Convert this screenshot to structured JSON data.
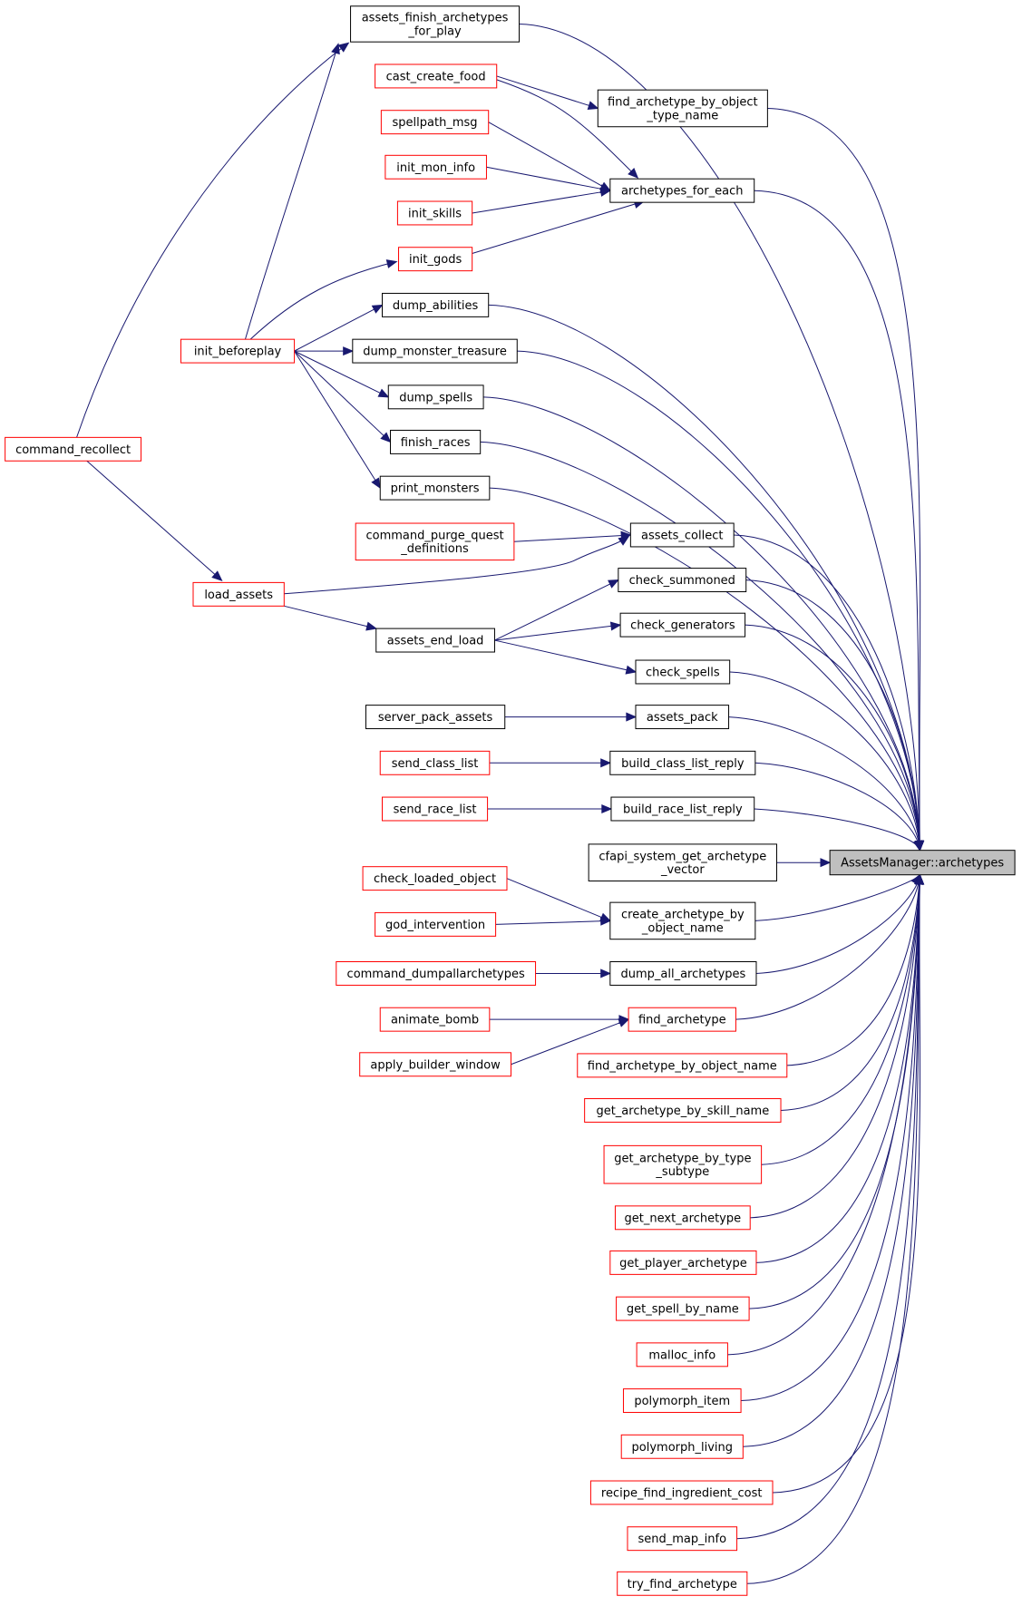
{
  "colors": {
    "edge": "#191970",
    "black_border": "#000000",
    "red_border": "#ff0000",
    "root_fill": "#bfbfbf",
    "background": "#ffffff"
  },
  "nodes": [
    {
      "id": "root",
      "lines": [
        "AssetsManager::archetypes"
      ],
      "kind": "root"
    },
    {
      "id": "afap",
      "lines": [
        "assets_finish_archetypes",
        "_for_play"
      ],
      "kind": "black"
    },
    {
      "id": "ccf",
      "lines": [
        "cast_create_food"
      ],
      "kind": "red"
    },
    {
      "id": "fabotn",
      "lines": [
        "find_archetype_by_object",
        "_type_name"
      ],
      "kind": "black"
    },
    {
      "id": "spm",
      "lines": [
        "spellpath_msg"
      ],
      "kind": "red"
    },
    {
      "id": "imi",
      "lines": [
        "init_mon_info"
      ],
      "kind": "red"
    },
    {
      "id": "afe",
      "lines": [
        "archetypes_for_each"
      ],
      "kind": "black"
    },
    {
      "id": "isk",
      "lines": [
        "init_skills"
      ],
      "kind": "red"
    },
    {
      "id": "igo",
      "lines": [
        "init_gods"
      ],
      "kind": "red"
    },
    {
      "id": "dab",
      "lines": [
        "dump_abilities"
      ],
      "kind": "black"
    },
    {
      "id": "ibp",
      "lines": [
        "init_beforeplay"
      ],
      "kind": "red"
    },
    {
      "id": "dmt",
      "lines": [
        "dump_monster_treasure"
      ],
      "kind": "black"
    },
    {
      "id": "dsp",
      "lines": [
        "dump_spells"
      ],
      "kind": "black"
    },
    {
      "id": "crc",
      "lines": [
        "command_recollect"
      ],
      "kind": "red"
    },
    {
      "id": "fra",
      "lines": [
        "finish_races"
      ],
      "kind": "black"
    },
    {
      "id": "pmo",
      "lines": [
        "print_monsters"
      ],
      "kind": "black"
    },
    {
      "id": "cpqd",
      "lines": [
        "command_purge_quest",
        "_definitions"
      ],
      "kind": "red"
    },
    {
      "id": "aco",
      "lines": [
        "assets_collect"
      ],
      "kind": "black"
    },
    {
      "id": "csu",
      "lines": [
        "check_summoned"
      ],
      "kind": "black"
    },
    {
      "id": "las",
      "lines": [
        "load_assets"
      ],
      "kind": "red"
    },
    {
      "id": "cge",
      "lines": [
        "check_generators"
      ],
      "kind": "black"
    },
    {
      "id": "ael",
      "lines": [
        "assets_end_load"
      ],
      "kind": "black"
    },
    {
      "id": "csp",
      "lines": [
        "check_spells"
      ],
      "kind": "black"
    },
    {
      "id": "spa",
      "lines": [
        "server_pack_assets"
      ],
      "kind": "black"
    },
    {
      "id": "apa",
      "lines": [
        "assets_pack"
      ],
      "kind": "black"
    },
    {
      "id": "scl",
      "lines": [
        "send_class_list"
      ],
      "kind": "red"
    },
    {
      "id": "bclr",
      "lines": [
        "build_class_list_reply"
      ],
      "kind": "black"
    },
    {
      "id": "srl",
      "lines": [
        "send_race_list"
      ],
      "kind": "red"
    },
    {
      "id": "brlr",
      "lines": [
        "build_race_list_reply"
      ],
      "kind": "black"
    },
    {
      "id": "csgav",
      "lines": [
        "cfapi_system_get_archetype",
        "_vector"
      ],
      "kind": "black"
    },
    {
      "id": "clo",
      "lines": [
        "check_loaded_object"
      ],
      "kind": "red"
    },
    {
      "id": "cabon",
      "lines": [
        "create_archetype_by",
        "_object_name"
      ],
      "kind": "black"
    },
    {
      "id": "gin",
      "lines": [
        "god_intervention"
      ],
      "kind": "red"
    },
    {
      "id": "cdaa",
      "lines": [
        "command_dumpallarchetypes"
      ],
      "kind": "red"
    },
    {
      "id": "daa",
      "lines": [
        "dump_all_archetypes"
      ],
      "kind": "black"
    },
    {
      "id": "abo",
      "lines": [
        "animate_bomb"
      ],
      "kind": "red"
    },
    {
      "id": "far",
      "lines": [
        "find_archetype"
      ],
      "kind": "red"
    },
    {
      "id": "abw",
      "lines": [
        "apply_builder_window"
      ],
      "kind": "red"
    },
    {
      "id": "fabon",
      "lines": [
        "find_archetype_by_object_name"
      ],
      "kind": "red"
    },
    {
      "id": "gabsn",
      "lines": [
        "get_archetype_by_skill_name"
      ],
      "kind": "red"
    },
    {
      "id": "gabts",
      "lines": [
        "get_archetype_by_type",
        "_subtype"
      ],
      "kind": "red"
    },
    {
      "id": "gna",
      "lines": [
        "get_next_archetype"
      ],
      "kind": "red"
    },
    {
      "id": "gpa",
      "lines": [
        "get_player_archetype"
      ],
      "kind": "red"
    },
    {
      "id": "gsbn",
      "lines": [
        "get_spell_by_name"
      ],
      "kind": "red"
    },
    {
      "id": "min",
      "lines": [
        "malloc_info"
      ],
      "kind": "red"
    },
    {
      "id": "pit",
      "lines": [
        "polymorph_item"
      ],
      "kind": "red"
    },
    {
      "id": "pli",
      "lines": [
        "polymorph_living"
      ],
      "kind": "red"
    },
    {
      "id": "rfic",
      "lines": [
        "recipe_find_ingredient_cost"
      ],
      "kind": "red"
    },
    {
      "id": "smi",
      "lines": [
        "send_map_info"
      ],
      "kind": "red"
    },
    {
      "id": "tfa",
      "lines": [
        "try_find_archetype"
      ],
      "kind": "red"
    }
  ],
  "edges": [
    [
      "afap",
      "root"
    ],
    [
      "fabotn",
      "root"
    ],
    [
      "afe",
      "root"
    ],
    [
      "dab",
      "root"
    ],
    [
      "dmt",
      "root"
    ],
    [
      "dsp",
      "root"
    ],
    [
      "fra",
      "root"
    ],
    [
      "pmo",
      "root"
    ],
    [
      "aco",
      "root"
    ],
    [
      "csu",
      "root"
    ],
    [
      "cge",
      "root"
    ],
    [
      "csp",
      "root"
    ],
    [
      "apa",
      "root"
    ],
    [
      "bclr",
      "root"
    ],
    [
      "brlr",
      "root"
    ],
    [
      "csgav",
      "root"
    ],
    [
      "cabon",
      "root"
    ],
    [
      "daa",
      "root"
    ],
    [
      "far",
      "root"
    ],
    [
      "fabon",
      "root"
    ],
    [
      "gabsn",
      "root"
    ],
    [
      "gabts",
      "root"
    ],
    [
      "gna",
      "root"
    ],
    [
      "gpa",
      "root"
    ],
    [
      "gsbn",
      "root"
    ],
    [
      "min",
      "root"
    ],
    [
      "pit",
      "root"
    ],
    [
      "pli",
      "root"
    ],
    [
      "rfic",
      "root"
    ],
    [
      "smi",
      "root"
    ],
    [
      "tfa",
      "root"
    ],
    [
      "ccf",
      "fabotn"
    ],
    [
      "ccf",
      "afe"
    ],
    [
      "spm",
      "afe"
    ],
    [
      "imi",
      "afe"
    ],
    [
      "isk",
      "afe"
    ],
    [
      "igo",
      "afe"
    ],
    [
      "ibp",
      "afap"
    ],
    [
      "crc",
      "afap"
    ],
    [
      "ibp",
      "igo"
    ],
    [
      "ibp",
      "dab"
    ],
    [
      "ibp",
      "dmt"
    ],
    [
      "ibp",
      "dsp"
    ],
    [
      "ibp",
      "fra"
    ],
    [
      "ibp",
      "pmo"
    ],
    [
      "crc",
      "las"
    ],
    [
      "cpqd",
      "aco"
    ],
    [
      "las",
      "aco"
    ],
    [
      "las",
      "ael"
    ],
    [
      "ael",
      "csu"
    ],
    [
      "ael",
      "cge"
    ],
    [
      "ael",
      "csp"
    ],
    [
      "spa",
      "apa"
    ],
    [
      "scl",
      "bclr"
    ],
    [
      "srl",
      "brlr"
    ],
    [
      "clo",
      "cabon"
    ],
    [
      "gin",
      "cabon"
    ],
    [
      "cdaa",
      "daa"
    ],
    [
      "abo",
      "far"
    ],
    [
      "abw",
      "far"
    ]
  ]
}
